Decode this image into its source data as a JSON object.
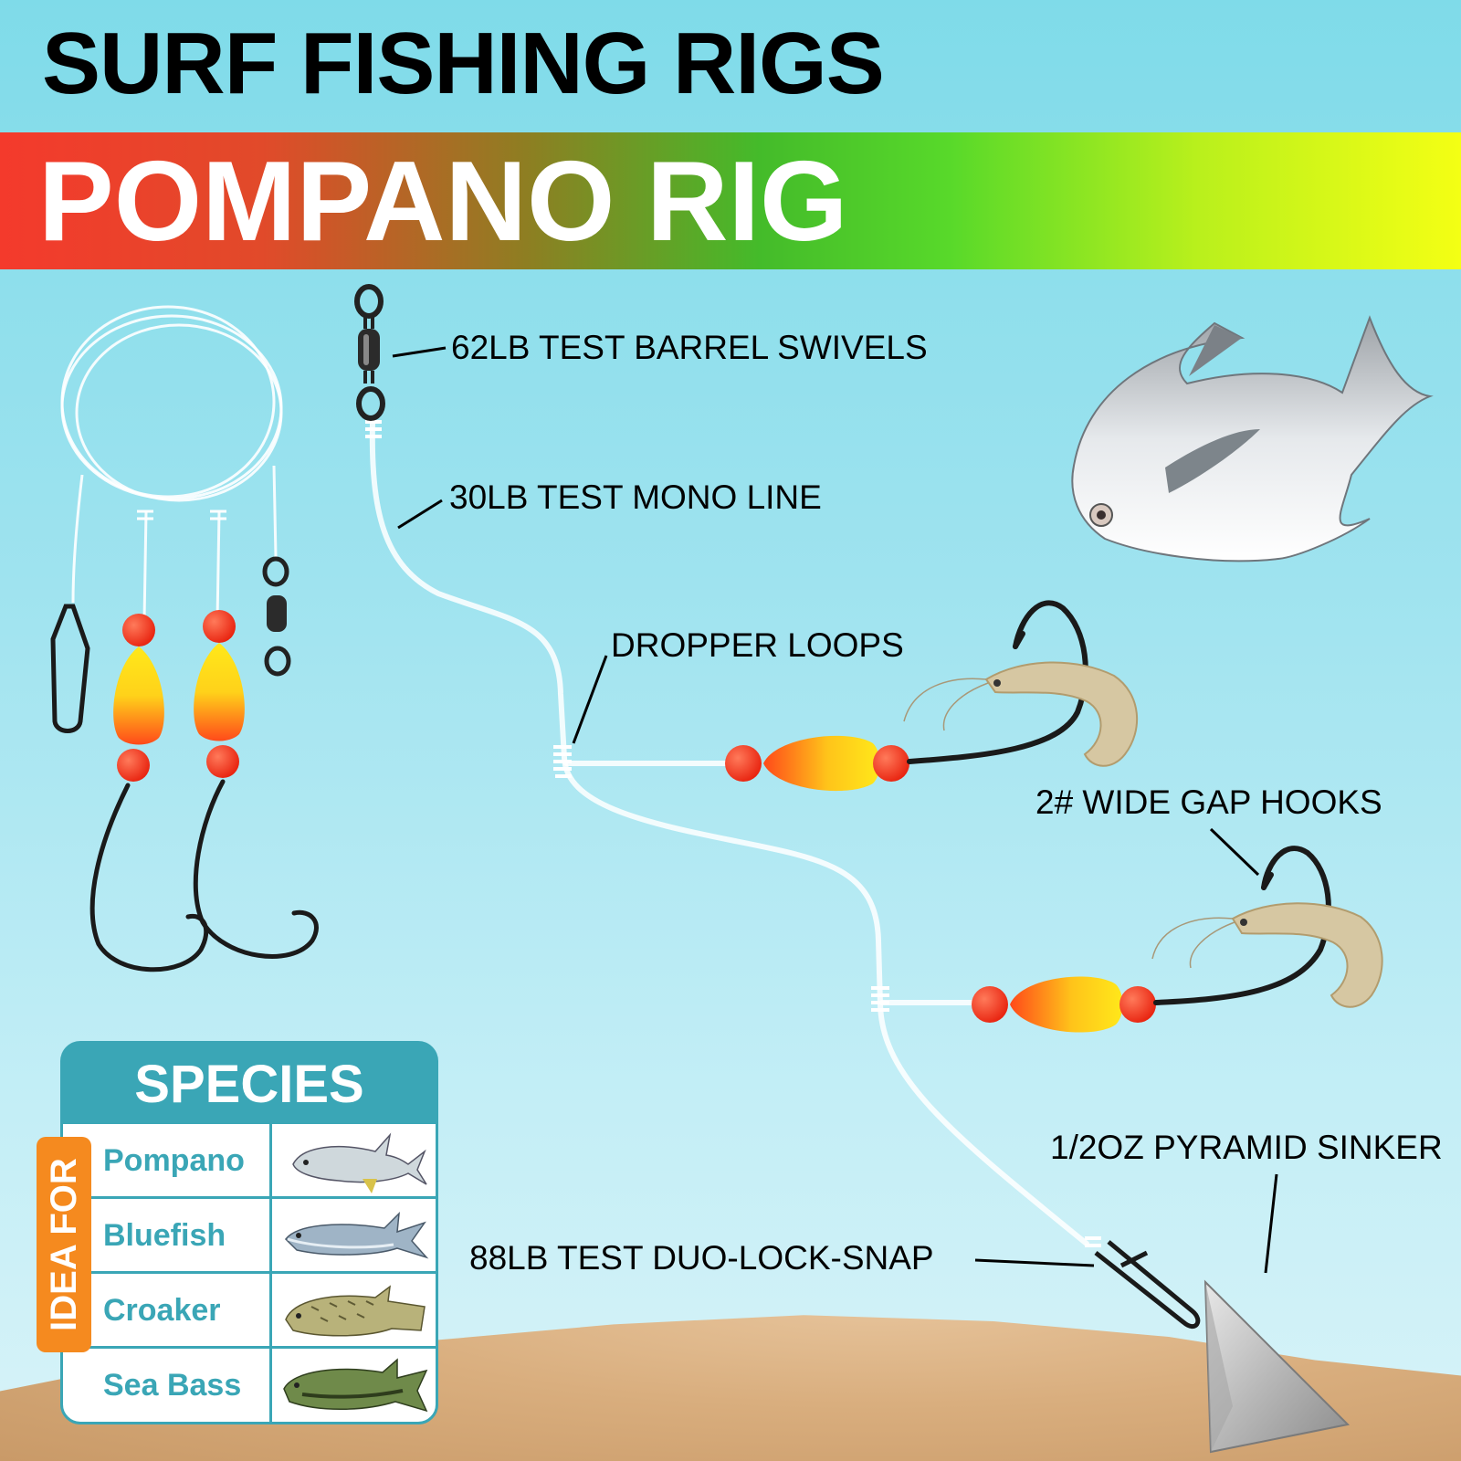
{
  "header": {
    "title": "SURF FISHING RIGS",
    "banner": "POMPANO RIG"
  },
  "labels": {
    "swivels": "62LB TEST BARREL SWIVELS",
    "mono": "30LB TEST MONO LINE",
    "dropper": "DROPPER LOOPS",
    "hooks": "2# WIDE GAP HOOKS",
    "sinker": "1/2OZ PYRAMID SINKER",
    "snap": "88LB TEST DUO-LOCK-SNAP"
  },
  "species": {
    "title": "SPECIES",
    "tab": "IDEA FOR",
    "items": [
      {
        "name": "Pompano"
      },
      {
        "name": "Bluefish"
      },
      {
        "name": "Croaker"
      },
      {
        "name": "Sea Bass"
      }
    ]
  },
  "colors": {
    "panel": "#3aa6b6",
    "tab": "#f58a1f",
    "float_yellow": "#ffe81a",
    "float_red": "#ff4a1a",
    "bead": "#ff3b1f"
  }
}
